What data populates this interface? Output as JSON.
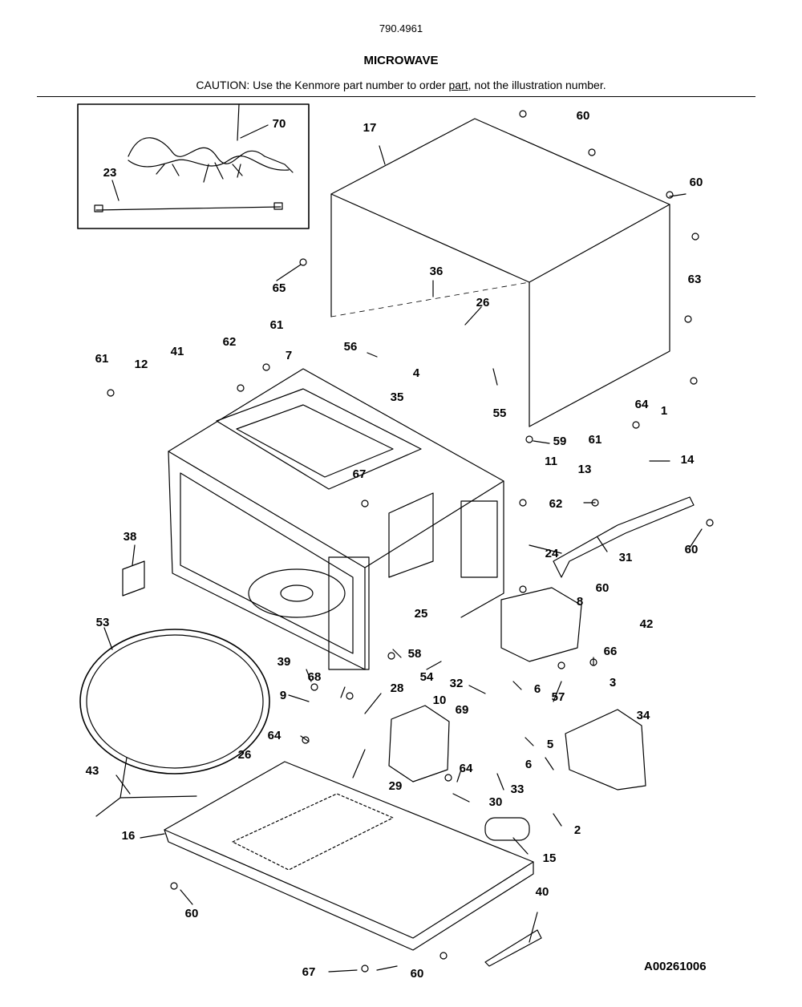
{
  "header": {
    "model_number": "790.4961",
    "title": "MICROWAVE",
    "caution_prefix": "CAUTION: Use the Kenmore part number to order ",
    "caution_part": "part",
    "caution_suffix": ", not the illustration number."
  },
  "figure_id": "A00261006",
  "callouts": [
    "60",
    "17",
    "70",
    "23",
    "60",
    "65",
    "36",
    "26",
    "63",
    "61",
    "56",
    "4",
    "55",
    "62",
    "7",
    "61",
    "12",
    "41",
    "35",
    "64",
    "1",
    "59",
    "61",
    "11",
    "13",
    "14",
    "67",
    "62",
    "38",
    "24",
    "31",
    "60",
    "60",
    "8",
    "42",
    "25",
    "53",
    "58",
    "66",
    "54",
    "3",
    "39",
    "32",
    "6",
    "68",
    "57",
    "28",
    "9",
    "10",
    "69",
    "5",
    "34",
    "64",
    "26",
    "6",
    "43",
    "64",
    "33",
    "29",
    "30",
    "2",
    "16",
    "15",
    "60",
    "40",
    "67",
    "60"
  ]
}
